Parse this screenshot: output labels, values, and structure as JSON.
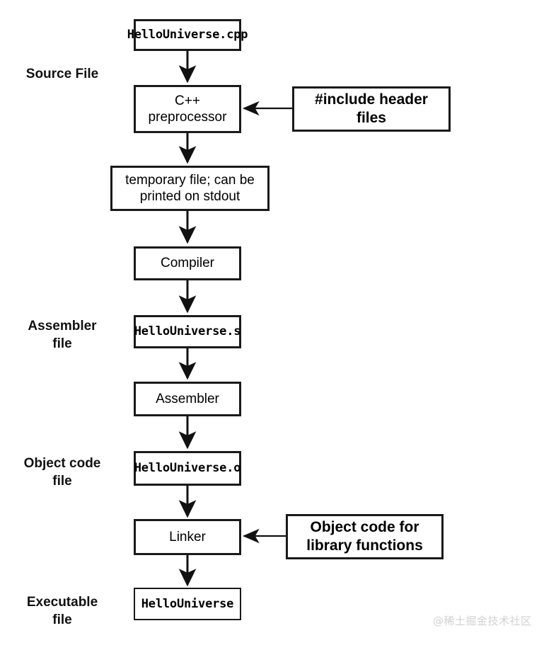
{
  "diagram": {
    "title": "C++ compilation pipeline",
    "background": "#ffffff",
    "stroke": "#1a1a1a",
    "watermark": "@稀土掘金技术社区",
    "stage_labels": [
      {
        "id": "source-file",
        "text": "Source File"
      },
      {
        "id": "assembler-file",
        "text": "Assembler\nfile"
      },
      {
        "id": "object-code-file",
        "text": "Object code\nfile"
      },
      {
        "id": "executable-file",
        "text": "Executable\nfile"
      }
    ],
    "nodes": [
      {
        "id": "hellouniverse-cpp",
        "text": "HelloUniverse.cpp",
        "style": "mono"
      },
      {
        "id": "cpp-preprocessor",
        "text": "C++\npreprocessor",
        "style": "proc"
      },
      {
        "id": "include-header-files",
        "text": "#include header\nfiles",
        "style": "side"
      },
      {
        "id": "temporary-file",
        "text": "temporary file; can be\nprinted on stdout",
        "style": "proc"
      },
      {
        "id": "compiler",
        "text": "Compiler",
        "style": "proc"
      },
      {
        "id": "hellouniverse-s",
        "text": "HelloUniverse.s",
        "style": "mono"
      },
      {
        "id": "assembler",
        "text": "Assembler",
        "style": "proc"
      },
      {
        "id": "hellouniverse-o",
        "text": "HelloUniverse.o",
        "style": "mono"
      },
      {
        "id": "linker",
        "text": "Linker",
        "style": "proc"
      },
      {
        "id": "object-code-library",
        "text": "Object code for\nlibrary functions",
        "style": "side"
      },
      {
        "id": "hellouniverse-exe",
        "text": "HelloUniverse",
        "style": "mono"
      }
    ],
    "edges": [
      {
        "from": "hellouniverse-cpp",
        "to": "cpp-preprocessor",
        "direction": "down"
      },
      {
        "from": "include-header-files",
        "to": "cpp-preprocessor",
        "direction": "left"
      },
      {
        "from": "cpp-preprocessor",
        "to": "temporary-file",
        "direction": "down"
      },
      {
        "from": "temporary-file",
        "to": "compiler",
        "direction": "down"
      },
      {
        "from": "compiler",
        "to": "hellouniverse-s",
        "direction": "down"
      },
      {
        "from": "hellouniverse-s",
        "to": "assembler",
        "direction": "down"
      },
      {
        "from": "assembler",
        "to": "hellouniverse-o",
        "direction": "down"
      },
      {
        "from": "hellouniverse-o",
        "to": "linker",
        "direction": "down"
      },
      {
        "from": "object-code-library",
        "to": "linker",
        "direction": "left"
      },
      {
        "from": "linker",
        "to": "hellouniverse-exe",
        "direction": "down"
      }
    ]
  }
}
